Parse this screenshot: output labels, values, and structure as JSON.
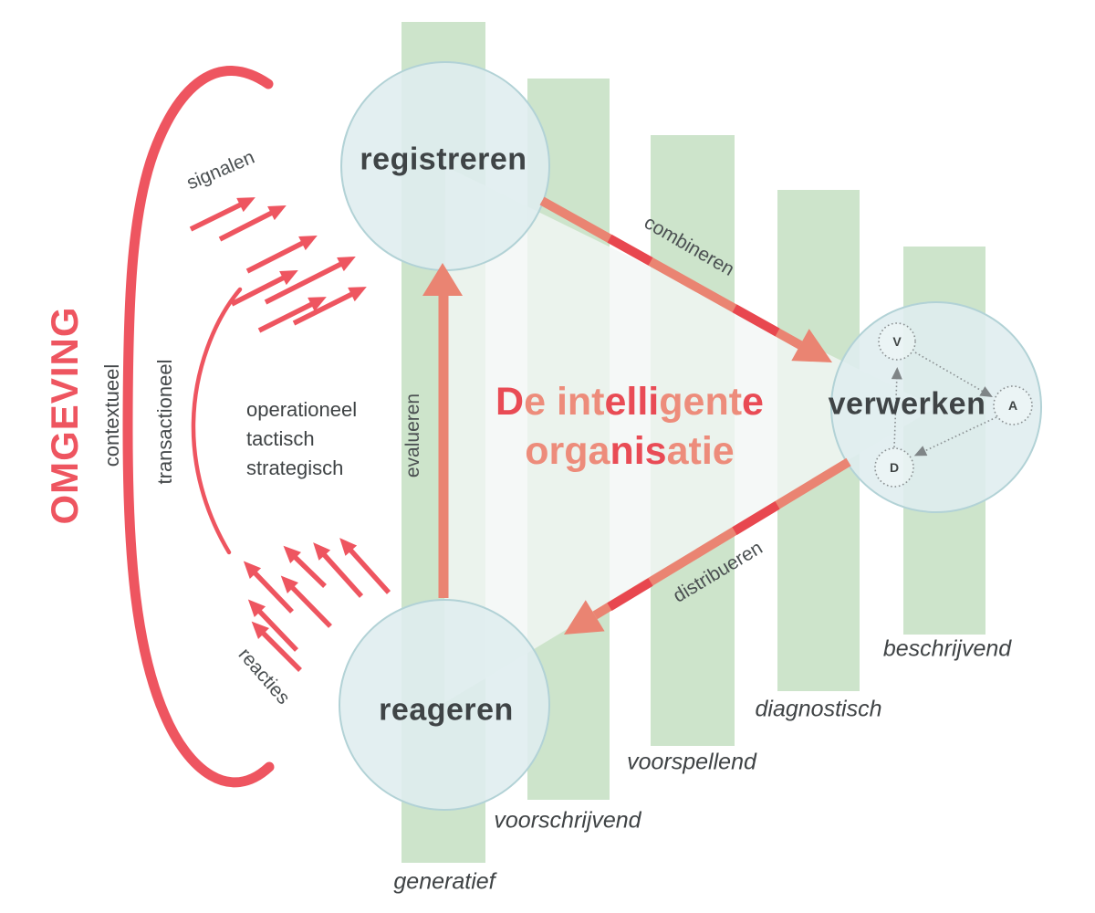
{
  "title": {
    "full": "De intelligente organisatie",
    "line1_segments": [
      {
        "t": "D",
        "c": "r"
      },
      {
        "t": "e int",
        "c": "s"
      },
      {
        "t": "elli",
        "c": "r"
      },
      {
        "t": "gent",
        "c": "s"
      },
      {
        "t": "e",
        "c": "r"
      }
    ],
    "line2_segments": [
      {
        "t": "orga",
        "c": "s"
      },
      {
        "t": "nis",
        "c": "r"
      },
      {
        "t": "atie",
        "c": "s"
      }
    ]
  },
  "environment": {
    "label": "OMGEVING",
    "context_label": "contextueel",
    "transaction_label": "transactioneel",
    "signals_label": "signalen",
    "reactions_label": "reacties",
    "levels": [
      "operationeel",
      "tactisch",
      "strategisch"
    ]
  },
  "nodes": {
    "register": "registreren",
    "process": "verwerken",
    "respond": "reageren"
  },
  "process_components": {
    "v": "V",
    "a": "A",
    "d": "D"
  },
  "flows": {
    "combine": "combineren",
    "distribute": "distribueren",
    "evaluate": "evalueren"
  },
  "analytics_levels": [
    "generatief",
    "voorschrijvend",
    "voorspellend",
    "diagnostisch",
    "beschrijvend"
  ],
  "colors": {
    "red": "#ee5560",
    "deep_red": "#e8474f",
    "salmon": "#ea8472",
    "bar_green": "#cde4cb",
    "circle_fill": "#dfedef",
    "dark_text": "#3f4345"
  }
}
